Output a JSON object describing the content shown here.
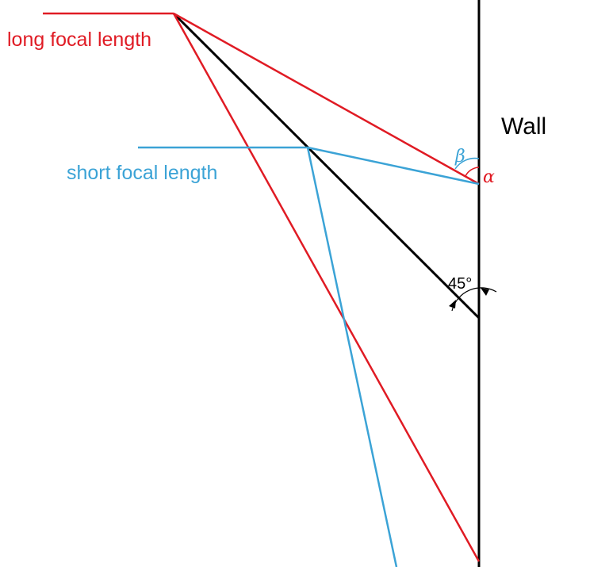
{
  "labels": {
    "long_focal": "long focal length",
    "short_focal": "short focal length",
    "wall": "Wall",
    "alpha": "α",
    "beta": "β",
    "angle_45": "45°"
  },
  "colors": {
    "red": "#e01b24",
    "blue": "#3ba3d6",
    "black": "#000000"
  }
}
